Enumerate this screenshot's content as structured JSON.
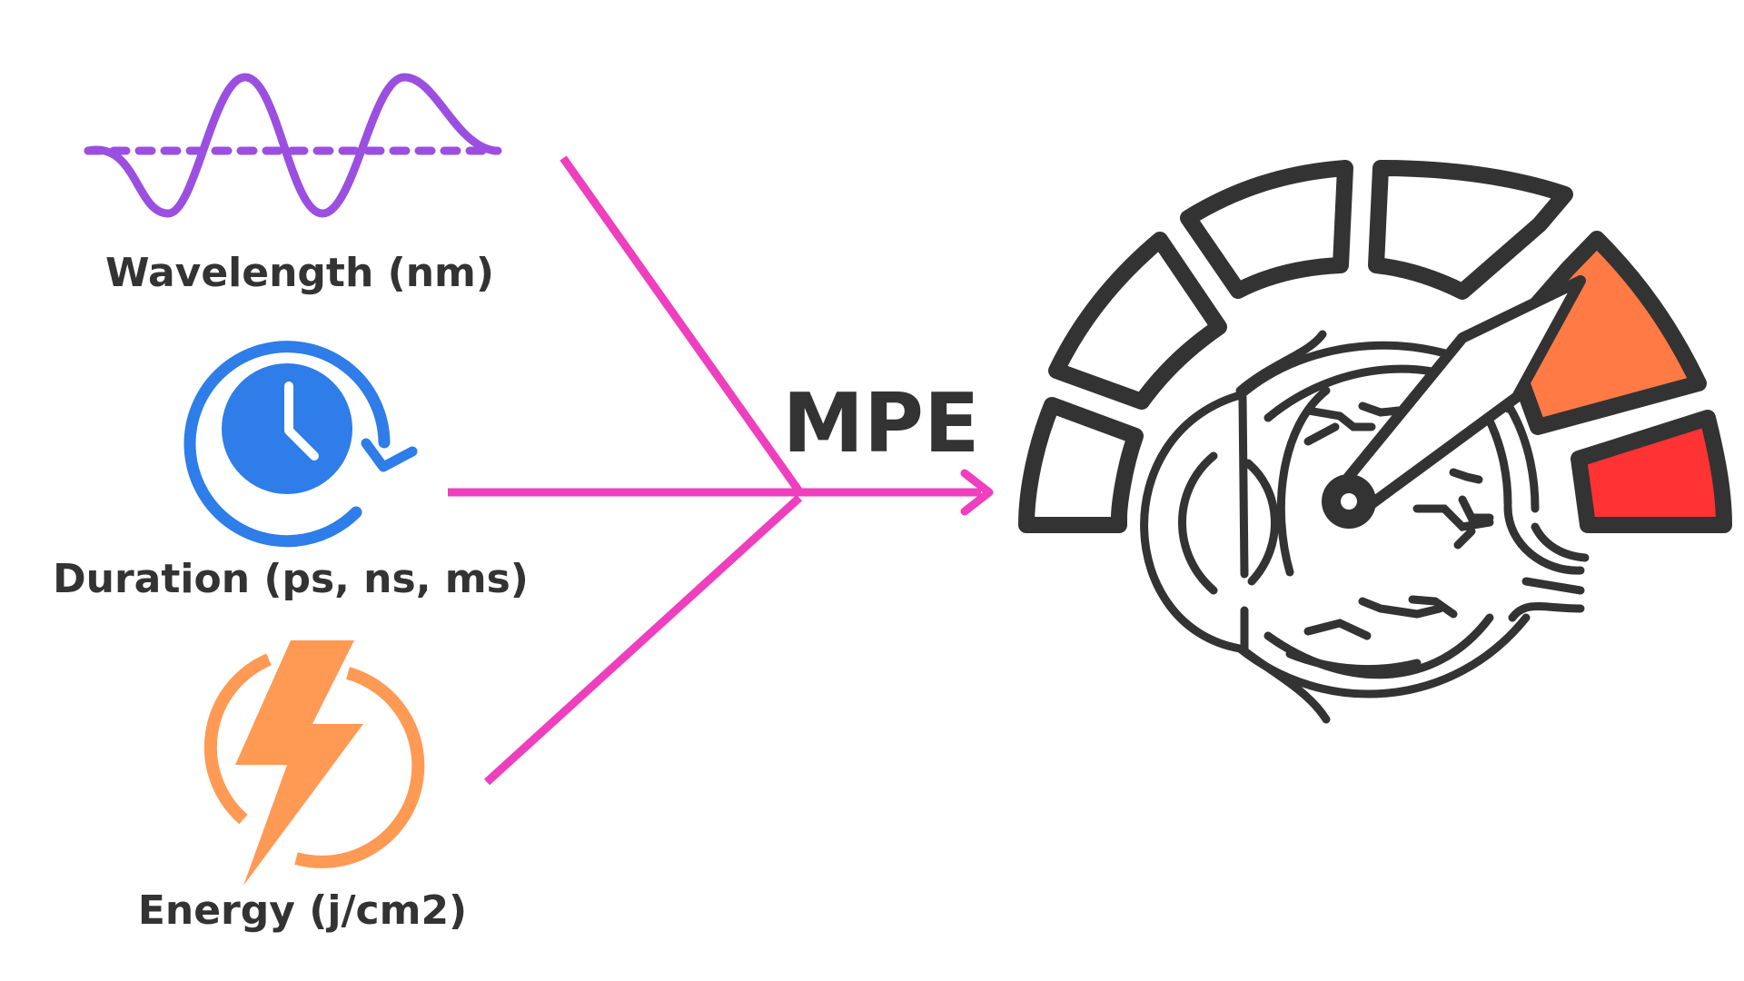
{
  "inputs": [
    {
      "label": "Wavelength (nm)",
      "icon": "wave-icon",
      "color": "#9b4fe0"
    },
    {
      "label": "Duration (ps, ns, ms)",
      "icon": "clock-icon",
      "color": "#2e7de8"
    },
    {
      "label": "Energy (j/cm2)",
      "icon": "lightning-bolt-icon",
      "color": "#ff9a55"
    }
  ],
  "result": {
    "label": "MPE",
    "icon": "eye-gauge-icon"
  },
  "colors": {
    "arrow": "#ee3fbf",
    "stroke": "#333333",
    "gauge_warning": "#ff7a45",
    "gauge_danger": "#ff3333"
  }
}
